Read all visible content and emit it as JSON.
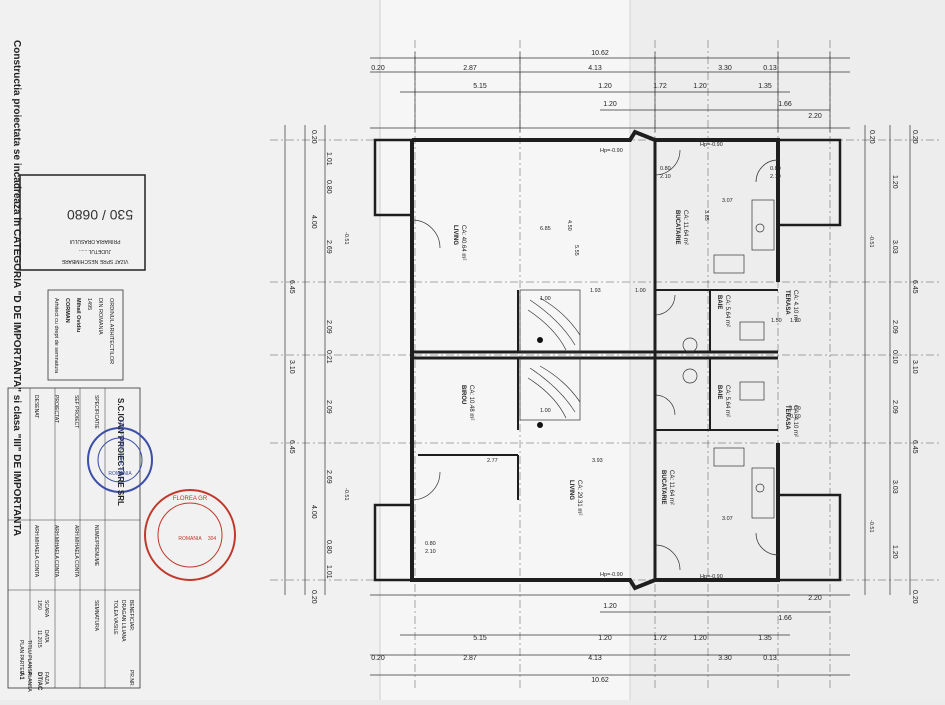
{
  "dims_top": {
    "overall": "10.62",
    "row1": [
      "0.20",
      "2.87",
      "4.13",
      "3.30",
      "0.13"
    ],
    "row2": [
      "5.15",
      "1.20",
      "1.72",
      "1.20",
      "1.35"
    ],
    "row3": [
      "1.20",
      "1.66",
      "2.20"
    ]
  },
  "dims_bottom": {
    "overall": "10.62",
    "row1": [
      "0.20",
      "2.87",
      "4.13",
      "3.30",
      "0.13"
    ],
    "row2": [
      "5.15",
      "1.20",
      "1.72",
      "1.20",
      "1.35"
    ],
    "row3": [
      "1.20",
      "1.66",
      "2.20"
    ]
  },
  "dims_left": [
    "0.20",
    "1.01",
    "0.80",
    "2.69",
    "4.00",
    "6.45",
    "2.09",
    "0.21",
    "3.10",
    "2.09",
    "6.45",
    "4.00",
    "2.69",
    "0.80",
    "1.01",
    "0.20"
  ],
  "dims_right": [
    "0.20",
    "1.20",
    "3.03",
    "0.20",
    "6.45",
    "2.09",
    "0.10",
    "3.10",
    "2.09",
    "6.45",
    "3.03",
    "1.20",
    "0.20"
  ],
  "rooms": [
    {
      "name": "LIVING",
      "area": "CA: 40.64 m²"
    },
    {
      "name": "BUCATARIE",
      "area": "CA: 11.64 m²"
    },
    {
      "name": "BAIE",
      "area": "CA: 5.64 m²"
    },
    {
      "name": "TERASA",
      "area": "CA: 4.10 m²"
    },
    {
      "name": "BIROU",
      "area": "CA: 10.48 m²"
    },
    {
      "name": "BAIE",
      "area": "CA: 5.64 m²"
    },
    {
      "name": "TERASA",
      "area": "CA: 4.10 m²"
    },
    {
      "name": "BUCATARIE",
      "area": "CA: 11.64 m²"
    },
    {
      "name": "LIVING",
      "area": "CA: 29.31 m²"
    }
  ],
  "levels": [
    "Hp=-0.90",
    "Hp=-0.90",
    "Hp=-0.90",
    "Hp=-0.90"
  ],
  "elevations": [
    "-0.51",
    "-0.51",
    "-0.51",
    "-0.51"
  ],
  "door_marks": [
    "0.80",
    "2.10",
    "0.80",
    "2.10",
    "0.80",
    "2.10",
    "1.20",
    "0.60"
  ],
  "interior_dims": [
    "6.85",
    "4.50",
    "5.55",
    "3.07",
    "3.85",
    "1.00",
    "1.93",
    "1.00",
    "2.77",
    "3.93",
    "3.07",
    "1.00",
    "1.20",
    "1.50"
  ],
  "stamp_box": {
    "number": "530 / 0680",
    "lines": [
      "PRIMARIA ORASULUI",
      "JUDETUL ......",
      "VIZAT SPRE NESCHIMBARE"
    ]
  },
  "arch_stamp": {
    "lines": [
      "ORDINUL ARHITECTILOR",
      "DIN ROMANIA",
      "1495",
      "Mihail Ovidiu",
      "CORMAN",
      "Arhitect cu drept de semnatura"
    ]
  },
  "side_note": "Constructia proiectata se incadreaza in CATEGORIA \"D DE IMPORTANTA\" si clasa \"III\" DE IMPORTANTA",
  "title_block": {
    "company": "S.C.IOAN PROIECTARE SRL",
    "rows": [
      {
        "label": "SPECIFICATIE",
        "value": "NUME/PRENUME",
        "extra": "SEMNATURA"
      },
      {
        "label": "SEF PROIECT",
        "value": "ARH.MIHAELA CONTA",
        "extra": ""
      },
      {
        "label": "PROIECTAT",
        "value": "ARH.MIHAELA CONTA",
        "extra": ""
      },
      {
        "label": "DESENAT",
        "value": "ARH.MIHAELA CONTA",
        "extra": ""
      }
    ],
    "beneficiar": [
      "BENEFICIAR:",
      "DRAGAN LILIANA",
      "TOLEA VASILE"
    ],
    "scale_label": "SCARA",
    "scale": "1/50",
    "date_label": "DATA",
    "date": "11.2015",
    "title_label": "TITLU PLANSA",
    "title": "PLAN PARTER",
    "project_label": "PR.NR.",
    "phase_label": "FAZA",
    "phase": "DT/AC",
    "sheet_label": "PLANSA",
    "sheet": "A1"
  },
  "round_stamp": {
    "text": "IOAN PROIECTARE S.R.L.",
    "inner": "ROMANIA"
  },
  "red_stamp": {
    "text": "FLOREA GR",
    "inner": "ROMANIA",
    "num": "304"
  }
}
